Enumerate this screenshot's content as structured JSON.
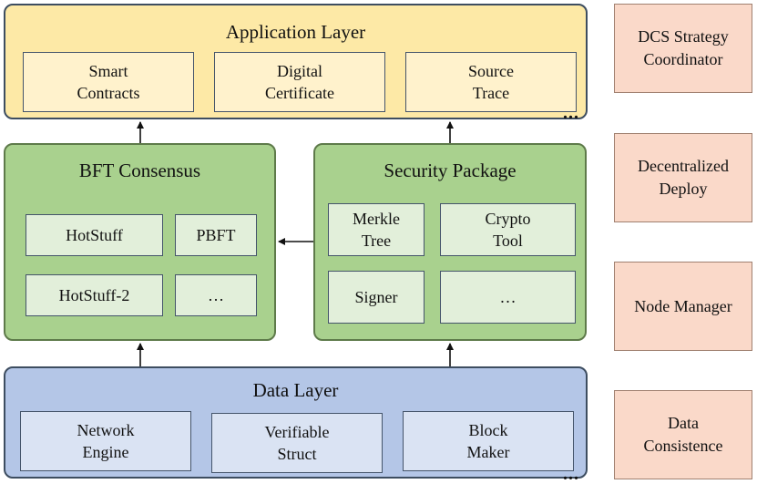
{
  "application_layer": {
    "title": "Application Layer",
    "items": [
      "Smart\nContracts",
      "Digital\nCertificate",
      "Source\nTrace"
    ],
    "more": "..."
  },
  "bft_consensus": {
    "title": "BFT Consensus",
    "items": [
      "HotStuff",
      "PBFT",
      "HotStuff-2",
      "…"
    ]
  },
  "security_package": {
    "title": "Security Package",
    "items": [
      "Merkle\nTree",
      "Crypto\nTool",
      "Signer",
      "…"
    ]
  },
  "data_layer": {
    "title": "Data Layer",
    "items": [
      "Network\nEngine",
      "Verifiable\nStruct",
      "Block\nMaker"
    ],
    "more": "..."
  },
  "side_panel": {
    "items": [
      "DCS Strategy\nCoordinator",
      "Decentralized\nDeploy",
      "Node Manager",
      "Data\nConsistence"
    ]
  }
}
